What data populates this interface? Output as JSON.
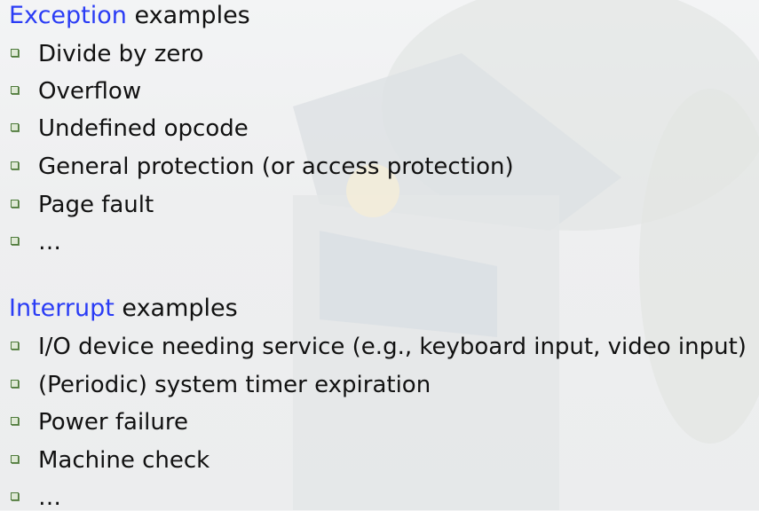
{
  "exception": {
    "keyword": "Exception",
    "rest": " examples",
    "items": [
      "Divide by zero",
      "Overflow",
      "Undefined opcode",
      "General protection (or access protection)",
      "Page fault",
      "…"
    ]
  },
  "interrupt": {
    "keyword": "Interrupt",
    "rest": " examples",
    "items": [
      "I/O device needing service (e.g., keyboard input, video input)",
      "(Periodic) system timer expiration",
      "Power failure",
      "Machine check",
      "…"
    ]
  },
  "colors": {
    "keyword": "#2a3cf5",
    "bullet": "#4d7a3a"
  }
}
